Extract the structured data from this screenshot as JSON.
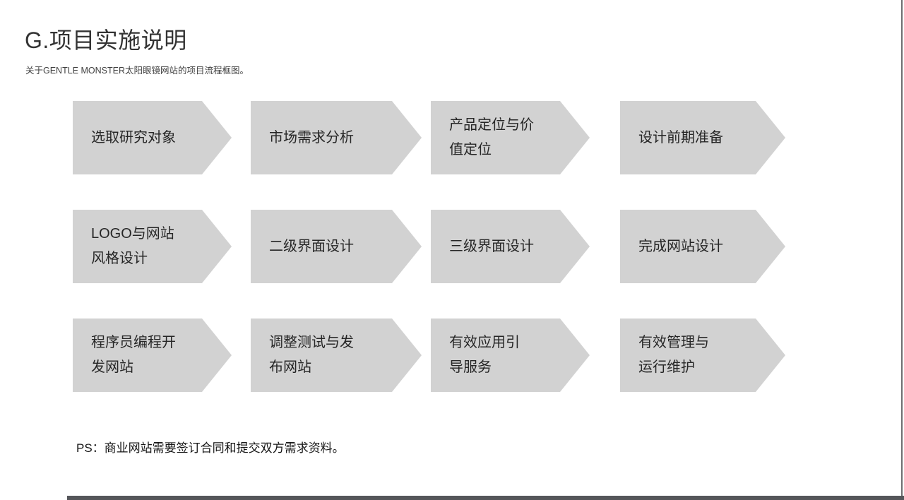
{
  "page": {
    "title": "G.项目实施说明",
    "subtitle": "关于GENTLE MONSTER太阳眼镜网站的项目流程框图。",
    "note": "PS：商业网站需要签订合同和提交双方需求资料。"
  },
  "flowchart": {
    "rows": [
      {
        "steps": [
          {
            "label": "选取研究对象"
          },
          {
            "label": "市场需求分析"
          },
          {
            "label": "产品定位与价\n值定位"
          },
          {
            "label": "设计前期准备"
          }
        ]
      },
      {
        "steps": [
          {
            "label": "LOGO与网站\n风格设计"
          },
          {
            "label": "二级界面设计"
          },
          {
            "label": "三级界面设计"
          },
          {
            "label": "完成网站设计"
          }
        ]
      },
      {
        "steps": [
          {
            "label": "程序员编程开\n发网站"
          },
          {
            "label": "调整测试与发\n布网站"
          },
          {
            "label": "有效应用引\n导服务"
          },
          {
            "label": "有效管理与\n运行维护"
          }
        ]
      }
    ]
  },
  "colors": {
    "arrow_fill": "#d2d2d2",
    "arrow_text": "#262626",
    "title_text": "#333333",
    "subtitle_text": "#404040",
    "frame_line": "#6d6e70",
    "scrollbar": "#55565a"
  }
}
